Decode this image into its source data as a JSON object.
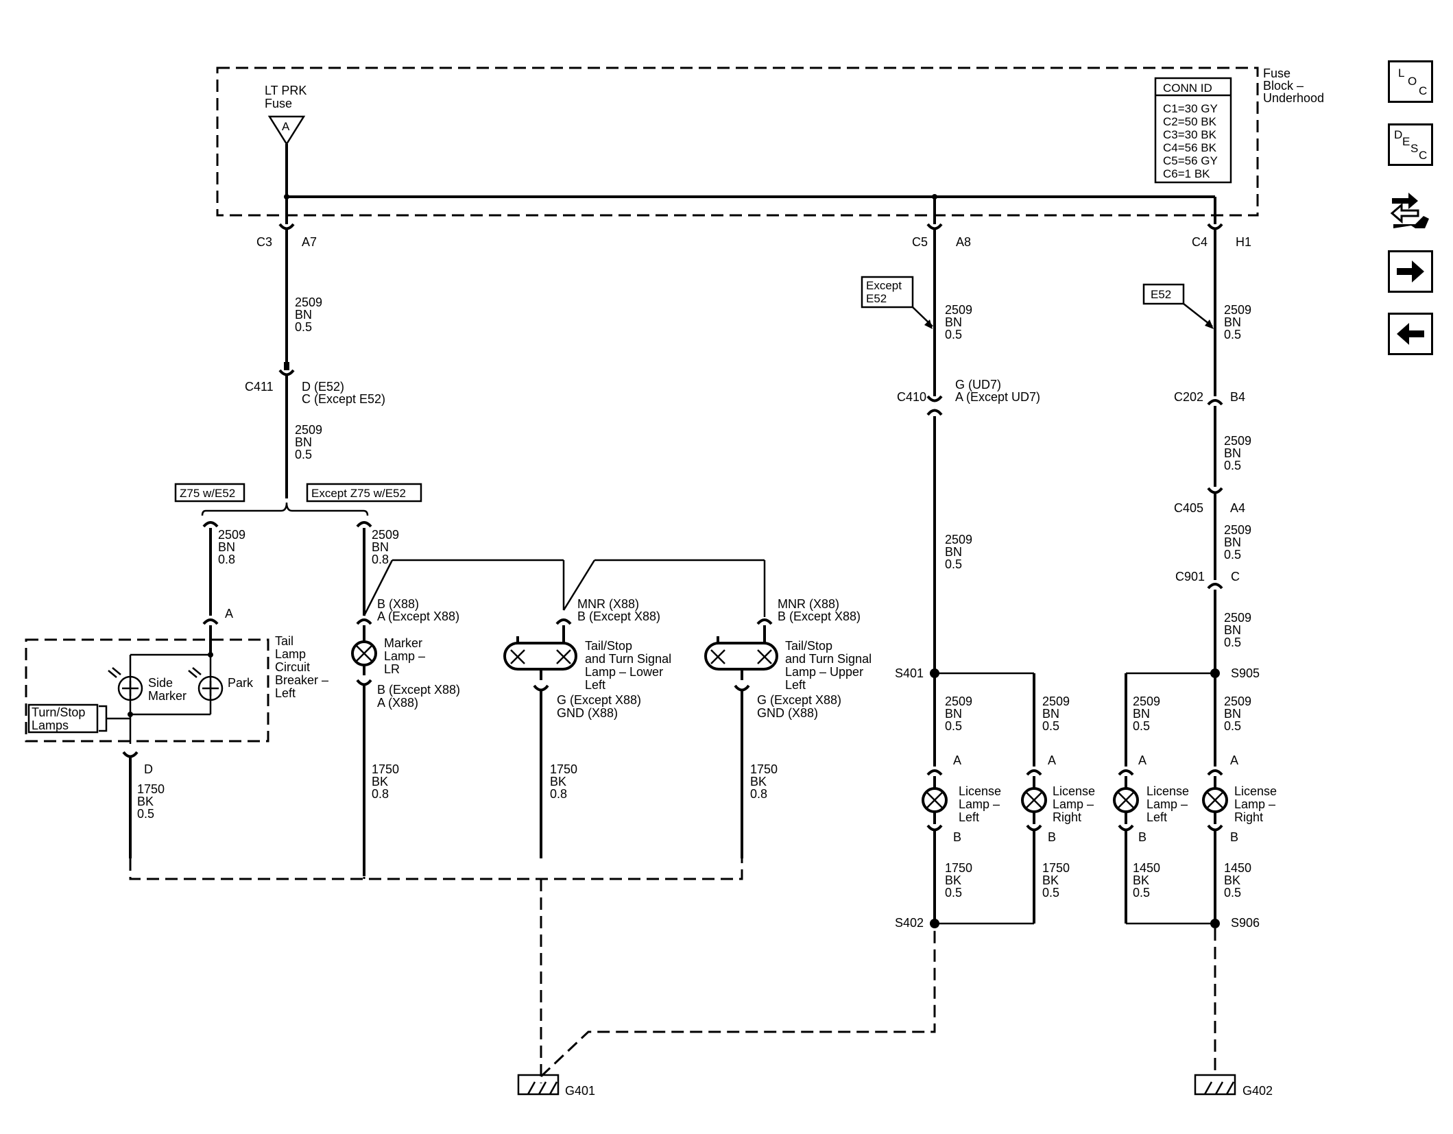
{
  "fuse_block": {
    "label_line1": "Fuse",
    "label_line2": "Block –",
    "label_line3": "Underhood",
    "fuse_line1": "LT PRK",
    "fuse_line2": "Fuse",
    "fuse_terminal": "A"
  },
  "conn_id": {
    "title": "CONN ID",
    "rows": [
      "C1=30 GY",
      "C2=50 BK",
      "C3=30 BK",
      "C4=56 BK",
      "C5=56 GY",
      "C6=1 BK"
    ]
  },
  "nav": {
    "loc_l": "L",
    "loc_o": "O",
    "loc_c": "C",
    "desc_d": "D",
    "desc_e": "E",
    "desc_s": "S",
    "desc_c": "C"
  },
  "labels": {
    "c3": "C3",
    "a7": "A7",
    "c5": "C5",
    "a8": "A8",
    "c4": "C4",
    "h1": "H1",
    "wire_2509": "2509",
    "bn": "BN",
    "bk": "BK",
    "g05": "0.5",
    "g08": "0.8",
    "wire_1750": "1750",
    "wire_1450": "1450",
    "c411": "C411",
    "c411_t1": "D (E52)",
    "c411_t2": "C (Except E52)",
    "opt_z75": "Z75 w/E52",
    "opt_except_z75": "Except Z75 w/E52",
    "opt_except_e52_1": "Except",
    "opt_except_e52_2": "E52",
    "opt_e52": "E52",
    "c410": "C410",
    "c410_t1": "G (UD7)",
    "c410_t2": "A (Except UD7)",
    "c202": "C202",
    "b4": "B4",
    "c405": "C405",
    "a4": "A4",
    "c901": "C901",
    "c": "C",
    "a": "A",
    "b": "B",
    "d": "D",
    "s401": "S401",
    "s402": "S402",
    "s905": "S905",
    "s906": "S906",
    "g401": "G401",
    "g402": "G402",
    "tail_1": "Tail",
    "tail_2": "Lamp",
    "tail_3": "Circuit",
    "tail_4": "Breaker –",
    "tail_5": "Left",
    "side_1": "Side",
    "side_2": "Marker",
    "park": "Park",
    "turn_1": "Turn/Stop",
    "turn_2": "Lamps",
    "marker_t1": "B (X88)",
    "marker_t2": "A (Except X88)",
    "marker_1": "Marker",
    "marker_2": "Lamp –",
    "marker_3": "LR",
    "marker_b1": "B (Except X88)",
    "marker_b2": "A (X88)",
    "mnr_1": "MNR (X88)",
    "mnr_2": "B (Except X88)",
    "tsl_1": "Tail/Stop",
    "tsl_2": "and Turn Signal",
    "tsl_3": "Lamp – Lower",
    "tsl_4": "Left",
    "tsu_1": "Tail/Stop",
    "tsu_2": "and Turn Signal",
    "tsu_3": "Lamp – Upper",
    "tsu_4": "Left",
    "gnd_1": "G (Except X88)",
    "gnd_2": "GND (X88)",
    "lic_1": "License",
    "lic_2": "Lamp –",
    "lic_left": "Left",
    "lic_right": "Right"
  }
}
